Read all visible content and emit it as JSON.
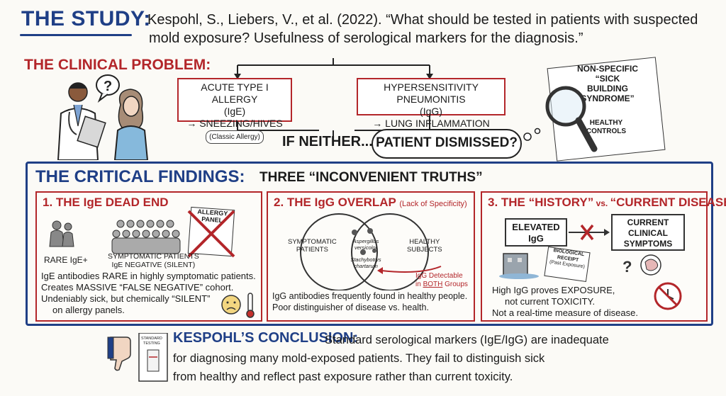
{
  "study": {
    "title": "THE STUDY:",
    "citation_line1": "Kespohl, S., Liebers, V., et al. (2022). “What should be tested in patients with suspected",
    "citation_line2": "mold exposure? Usefulness of serological markers for the diagnosis.”"
  },
  "problem": {
    "title": "THE CLINICAL PROBLEM:",
    "allergy_box": {
      "line1": "ACUTE TYPE I ALLERGY",
      "line2": "(IgE)",
      "line3": "→ SNEEZING/HIVES",
      "tag": "(Classic Allergy)"
    },
    "pneumo_box": {
      "line1": "HYPERSENSITIVITY PNEUMONITIS",
      "line2": "(IgG)",
      "line3": "→ LUNG INFLAMMATION"
    },
    "if_neither": "IF NEITHER...",
    "dismissed": "PATIENT DISMISSED?",
    "paper_line1": "NON-SPECIFIC",
    "paper_line2": "“SICK BUILDING",
    "paper_line3": "SYNDROME”",
    "paper_controls1": "HEALTHY",
    "paper_controls2": "CONTROLS",
    "speech_mark": "?"
  },
  "findings": {
    "title": "THE CRITICAL FINDINGS:",
    "subtitle": "THREE “INCONVENIENT TRUTHS”",
    "panel1": {
      "title": "1. THE IgE DEAD END",
      "label_rare": "RARE IgE+",
      "label_symp1": "SYMPTOMATIC PATIENTS",
      "label_symp2": "IgE NEGATIVE (SILENT)",
      "allergy_panel1": "ALLERGY",
      "allergy_panel2": "PANEL",
      "body1": "IgE antibodies RARE in highly symptomatic patients.",
      "body2": "Creates MASSIVE “FALSE NEGATIVE” cohort.",
      "body3": "Undeniably sick, but chemically “SILENT”",
      "body4": "on allergy panels."
    },
    "panel2": {
      "title": "2. THE IgG OVERLAP",
      "title_note": "(Lack of Specificity)",
      "left_label1": "SYMPTOMATIC",
      "left_label2": "PATIENTS",
      "right_label1": "HEALTHY",
      "right_label2": "SUBJECTS",
      "center1": "Aspergillus",
      "center2": "versicolor",
      "center3": "Stachybotrys",
      "center4": "chartarum",
      "callout1": "IgG Detectable",
      "callout2_pre": "in ",
      "callout2_em": "BOTH",
      "callout2_post": " Groups",
      "body1": "IgG antibodies frequently found in healthy people.",
      "body2": "Poor distinguisher of disease vs. health."
    },
    "panel3": {
      "title_a": "3. THE “HISTORY”",
      "title_vs": " vs. ",
      "title_b": "“CURRENT DISEASE”",
      "elevated1": "ELEVATED",
      "elevated2": "IgG",
      "current1": "CURRENT",
      "current2": "CLINICAL",
      "current3": "SYMPTOMS",
      "receipt1": "BIOLOGICAL",
      "receipt2": "RECEIPT",
      "receipt3": "(Past Exposure)",
      "body1": "High IgG proves EXPOSURE,",
      "body2": "not current TOXICITY.",
      "body3": "Not a real-time measure of disease."
    }
  },
  "conclusion": {
    "title": "KESPOHL’S CONCLUSION:",
    "line1": "Standard serological markers (IgE/IgG) are inadequate",
    "line2": "for diagnosing many mold-exposed patients. They fail to distinguish sick",
    "line3": "from healthy and reflect past exposure rather than current toxicity.",
    "kit_label1": "STANDARD",
    "kit_label2": "TESTING"
  },
  "colors": {
    "navy": "#1f3f86",
    "red": "#b3262a",
    "ink": "#1b1b1b",
    "paper": "#fbfaf6"
  }
}
